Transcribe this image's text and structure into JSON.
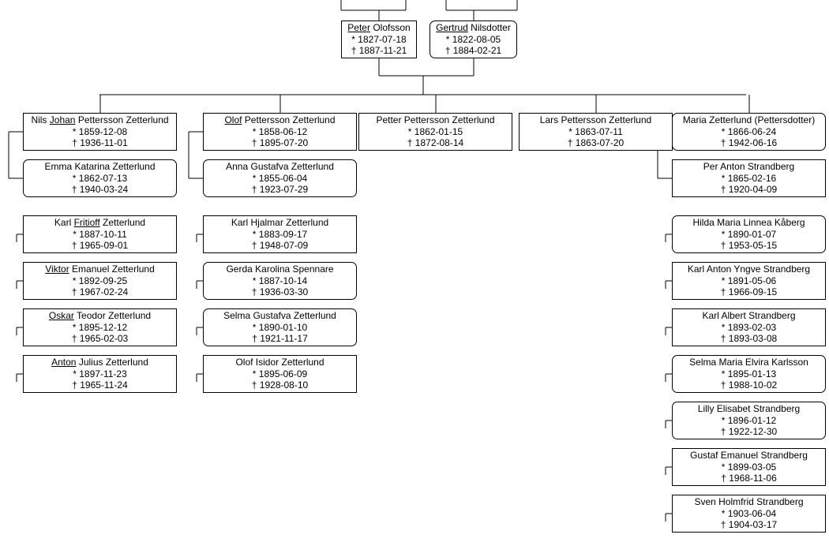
{
  "parents": [
    {
      "id": "peter",
      "name_pre": "",
      "name_u": "Peter",
      "name_post": " Olofsson",
      "birth": "* 1827-07-18",
      "death": "† 1887-11-21",
      "female": false
    },
    {
      "id": "gertrud",
      "name_pre": "",
      "name_u": "Gertrud",
      "name_post": " Nilsdotter",
      "birth": "* 1822-08-05",
      "death": "† 1884-02-21",
      "female": true
    }
  ],
  "columns": [
    {
      "child": {
        "name_pre": "Nils ",
        "name_u": "Johan",
        "name_post": " Pettersson Zetterlund",
        "birth": "* 1859-12-08",
        "death": "† 1936-11-01",
        "female": false
      },
      "spouse": {
        "name_pre": "Emma Katarina Zetterlund",
        "name_u": "",
        "name_post": "",
        "birth": "* 1862-07-13",
        "death": "† 1940-03-24",
        "female": true
      },
      "grandchildren": [
        {
          "name_pre": "Karl ",
          "name_u": "Fritioff",
          "name_post": " Zetterlund",
          "birth": "* 1887-10-11",
          "death": "† 1965-09-01",
          "female": false
        },
        {
          "name_pre": "",
          "name_u": "Viktor",
          "name_post": " Emanuel Zetterlund",
          "birth": "* 1892-09-25",
          "death": "† 1967-02-24",
          "female": false
        },
        {
          "name_pre": "",
          "name_u": "Oskar",
          "name_post": " Teodor Zetterlund",
          "birth": "* 1895-12-12",
          "death": "† 1965-02-03",
          "female": false
        },
        {
          "name_pre": "",
          "name_u": "Anton",
          "name_post": " Julius Zetterlund",
          "birth": "* 1897-11-23",
          "death": "† 1965-11-24",
          "female": false
        }
      ]
    },
    {
      "child": {
        "name_pre": "",
        "name_u": "Olof",
        "name_post": " Pettersson Zetterlund",
        "birth": "* 1858-06-12",
        "death": "† 1895-07-20",
        "female": false
      },
      "spouse": {
        "name_pre": "Anna Gustafva Zetterlund",
        "name_u": "",
        "name_post": "",
        "birth": "* 1855-06-04",
        "death": "† 1923-07-29",
        "female": true
      },
      "grandchildren": [
        {
          "name_pre": "Karl Hjalmar Zetterlund",
          "name_u": "",
          "name_post": "",
          "birth": "* 1883-09-17",
          "death": "† 1948-07-09",
          "female": false
        },
        {
          "name_pre": "Gerda Karolina Spennare",
          "name_u": "",
          "name_post": "",
          "birth": "* 1887-10-14",
          "death": "† 1936-03-30",
          "female": true
        },
        {
          "name_pre": "Selma Gustafva Zetterlund",
          "name_u": "",
          "name_post": "",
          "birth": "* 1890-01-10",
          "death": "† 1921-11-17",
          "female": true
        },
        {
          "name_pre": "Olof Isidor Zetterlund",
          "name_u": "",
          "name_post": "",
          "birth": "* 1895-06-09",
          "death": "† 1928-08-10",
          "female": false
        }
      ]
    },
    {
      "child": {
        "name_pre": "Petter Pettersson Zetterlund",
        "name_u": "",
        "name_post": "",
        "birth": "* 1862-01-15",
        "death": "† 1872-08-14",
        "female": false
      },
      "spouse": null,
      "grandchildren": []
    },
    {
      "child": {
        "name_pre": "Lars Pettersson Zetterlund",
        "name_u": "",
        "name_post": "",
        "birth": "* 1863-07-11",
        "death": "† 1863-07-20",
        "female": false
      },
      "spouse": null,
      "grandchildren": []
    },
    {
      "child": {
        "name_pre": "Maria Zetterlund (Pettersdotter)",
        "name_u": "",
        "name_post": "",
        "birth": "* 1866-06-24",
        "death": "† 1942-06-16",
        "female": true
      },
      "spouse": {
        "name_pre": "Per Anton Strandberg",
        "name_u": "",
        "name_post": "",
        "birth": "* 1865-02-16",
        "death": "† 1920-04-09",
        "female": false
      },
      "grandchildren": [
        {
          "name_pre": "Hilda Maria Linnea Kåberg",
          "name_u": "",
          "name_post": "",
          "birth": "* 1890-01-07",
          "death": "† 1953-05-15",
          "female": true
        },
        {
          "name_pre": "Karl Anton Yngve Strandberg",
          "name_u": "",
          "name_post": "",
          "birth": "* 1891-05-06",
          "death": "† 1966-09-15",
          "female": false
        },
        {
          "name_pre": "Karl Albert Strandberg",
          "name_u": "",
          "name_post": "",
          "birth": "* 1893-02-03",
          "death": "† 1893-03-08",
          "female": false
        },
        {
          "name_pre": "Selma Maria Elvira Karlsson",
          "name_u": "",
          "name_post": "",
          "birth": "* 1895-01-13",
          "death": "† 1988-10-02",
          "female": true
        },
        {
          "name_pre": "Lilly Elisabet Strandberg",
          "name_u": "",
          "name_post": "",
          "birth": "* 1896-01-12",
          "death": "† 1922-12-30",
          "female": true
        },
        {
          "name_pre": "Gustaf Emanuel Strandberg",
          "name_u": "",
          "name_post": "",
          "birth": "* 1899-03-05",
          "death": "† 1968-11-06",
          "female": false
        },
        {
          "name_pre": "Sven Holmfrid Strandberg",
          "name_u": "",
          "name_post": "",
          "birth": "* 1903-06-04",
          "death": "† 1904-03-17",
          "female": false
        }
      ]
    }
  ]
}
